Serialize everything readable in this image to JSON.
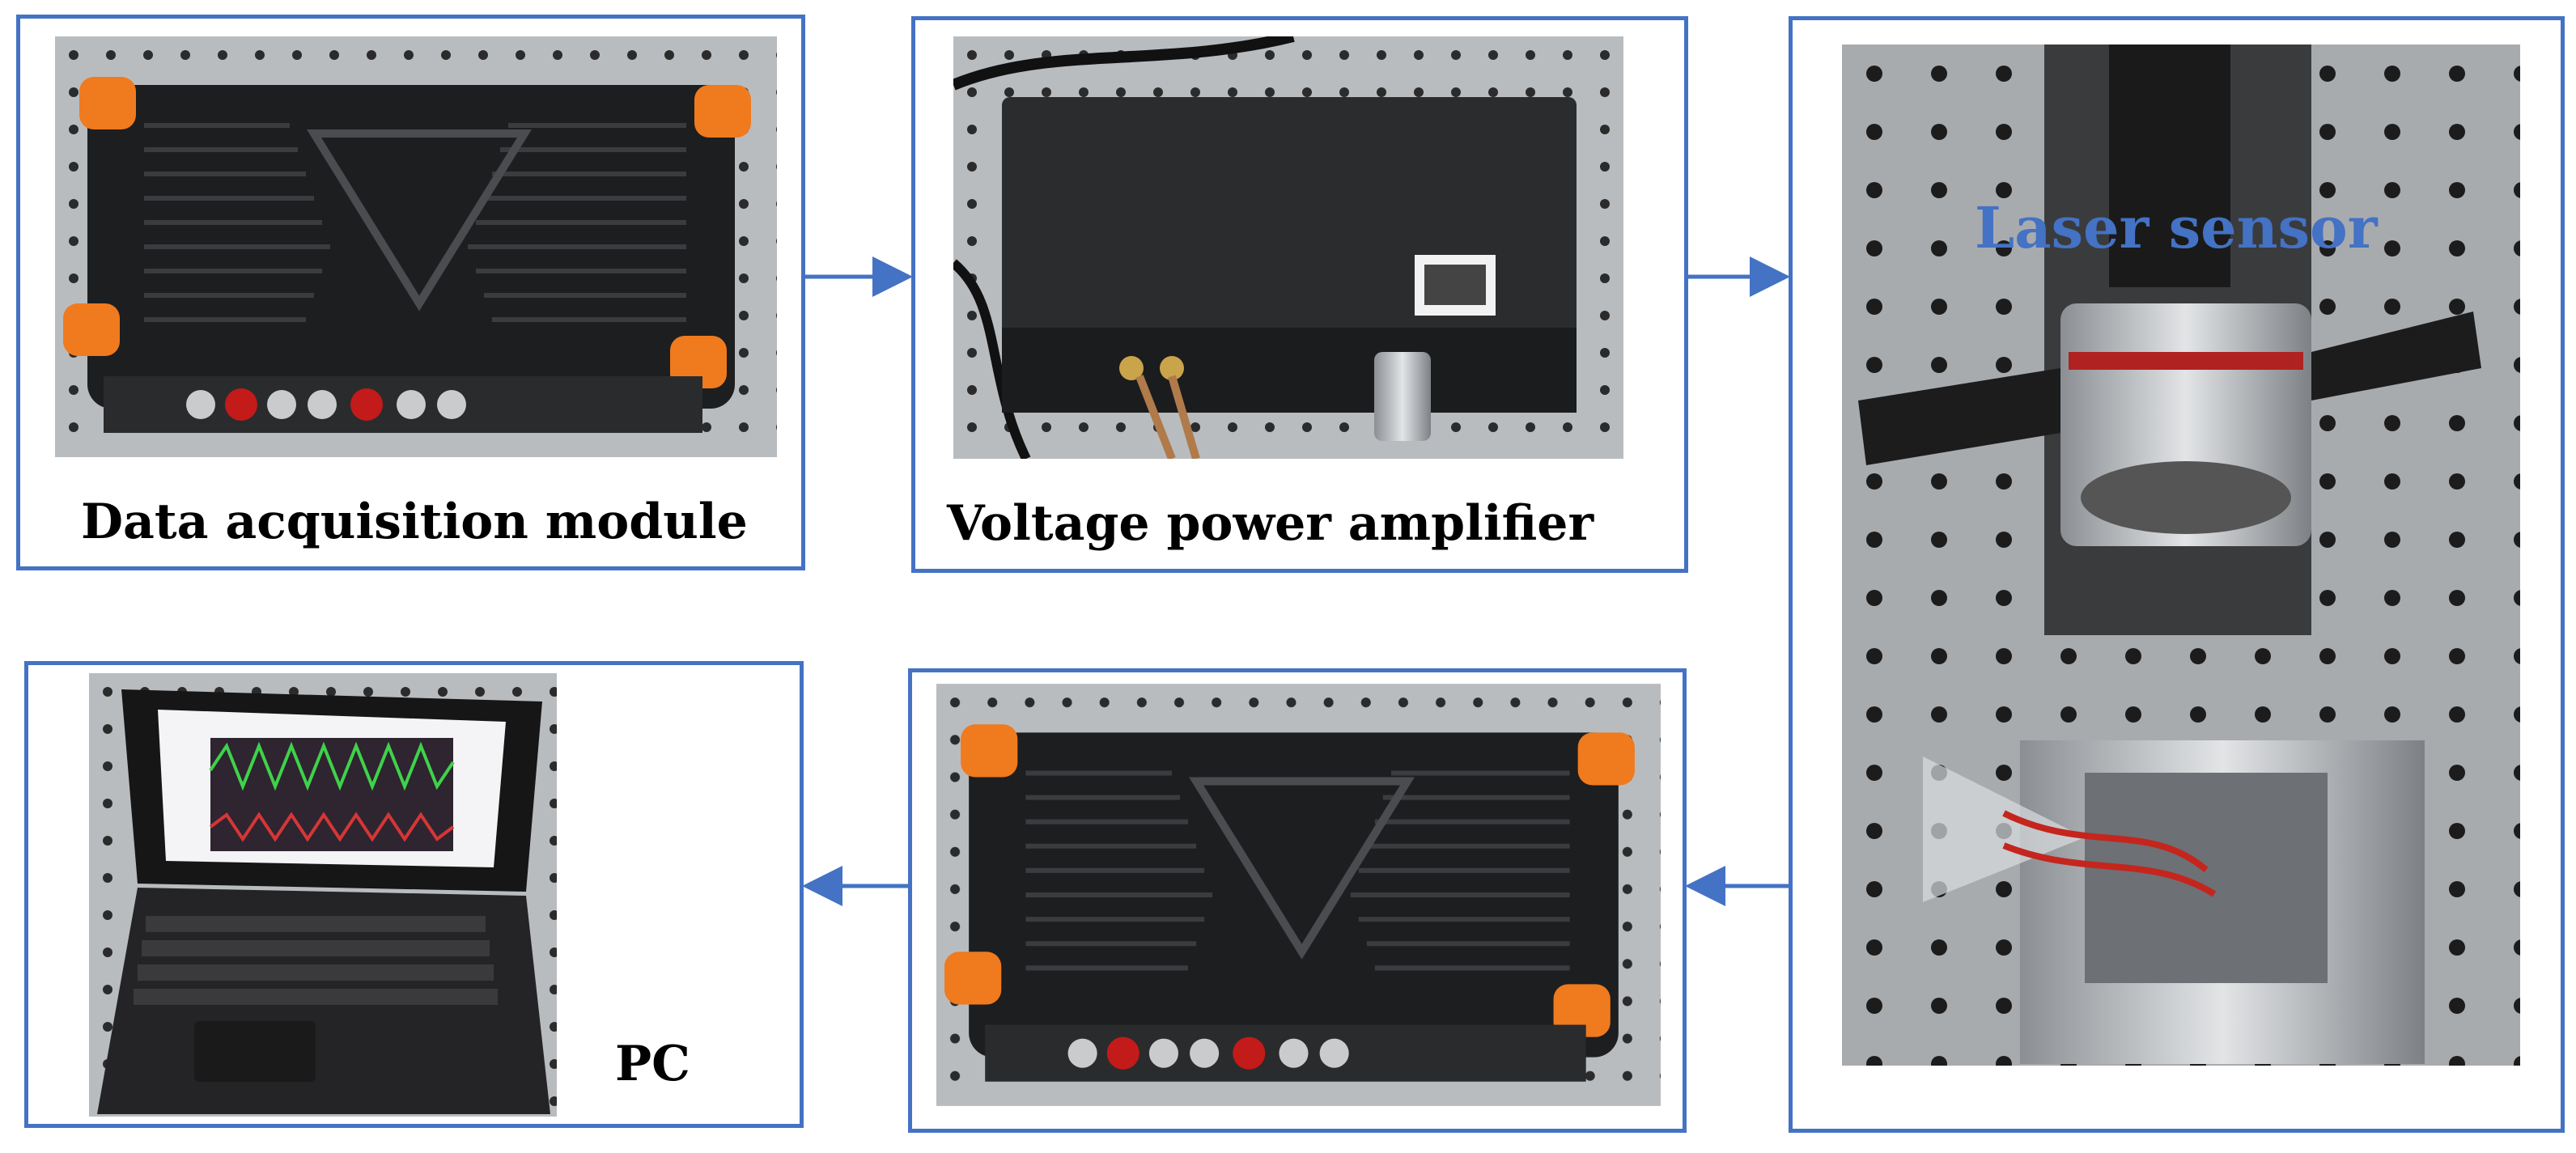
{
  "labels": {
    "daq_top": "Data acquisition module",
    "amplifier": "Voltage power amplifier",
    "laser": "Laser sensor",
    "pc": "PC"
  },
  "icons": {
    "daq": "data-acquisition-device-photo",
    "amp": "voltage-amplifier-photo",
    "laser": "laser-sensor-stage-photo",
    "laptop": "laptop-photo"
  },
  "colors": {
    "border": "#4472c4",
    "arrow": "#4472c4",
    "laser_label": "#4472c4"
  }
}
